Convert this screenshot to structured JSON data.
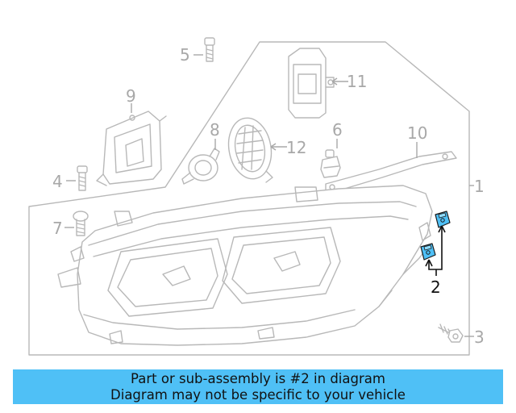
{
  "callouts": {
    "c1": "1",
    "c2": "2",
    "c3": "3",
    "c4": "4",
    "c5": "5",
    "c6": "6",
    "c7": "7",
    "c8": "8",
    "c9": "9",
    "c10": "10",
    "c11": "11",
    "c12": "12"
  },
  "highlight_color": "#4fc0f6",
  "highlighted_part": "2",
  "banner": {
    "line1": "Part or sub-assembly is #2 in diagram",
    "line2": "Diagram may not be specific to your vehicle"
  }
}
